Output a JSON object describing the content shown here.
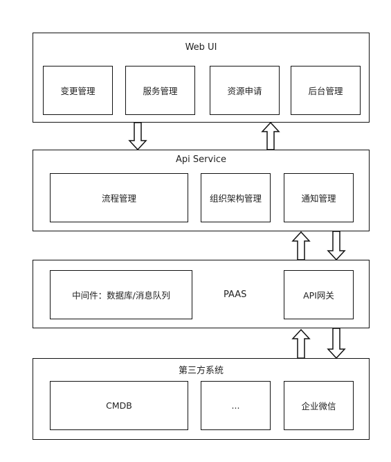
{
  "layers": [
    {
      "title": "Web UI",
      "modules": [
        "变更管理",
        "服务管理",
        "资源申请",
        "后台管理"
      ]
    },
    {
      "title": "Api Service",
      "modules": [
        "流程管理",
        "组织架构管理",
        "通知管理"
      ]
    },
    {
      "title": "PAAS",
      "modules": [
        "中间件：数据库/消息队列",
        "API网关"
      ]
    },
    {
      "title": "第三方系统",
      "modules": [
        "CMDB",
        "...",
        "企业微信"
      ]
    }
  ]
}
